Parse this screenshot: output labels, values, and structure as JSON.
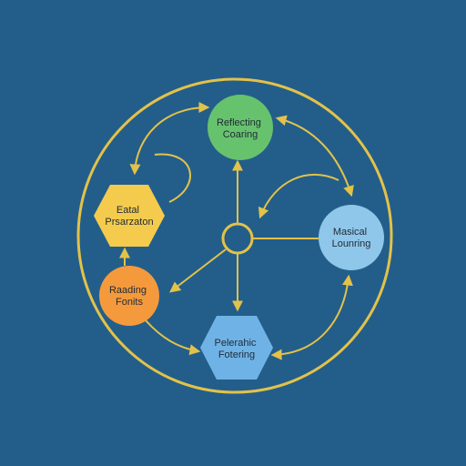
{
  "colors": {
    "background": "#235e8a",
    "ring": "#e3c24a",
    "arrow": "#e3c24a",
    "green": "#67c26d",
    "yellow": "#f4cb4c",
    "orange": "#f59a3c",
    "light_blue": "#8fc7ea",
    "blue": "#6fb3e6",
    "label": "#1f2a36"
  },
  "nodes": {
    "reflecting": {
      "shape": "circle",
      "color": "green",
      "line1": "Reflecting",
      "line2": "Coaring"
    },
    "initial": {
      "shape": "hexagon",
      "color": "yellow",
      "line1": "Eatal",
      "line2": "Prsarzaton"
    },
    "musical": {
      "shape": "circle",
      "color": "light_blue",
      "line1": "Masical",
      "line2": "Lounring"
    },
    "reading": {
      "shape": "circle",
      "color": "orange",
      "line1": "Raading",
      "line2": "Fonits"
    },
    "pelerable": {
      "shape": "hexagon",
      "color": "blue",
      "line1": "Pelerahic",
      "line2": "Fotering"
    },
    "hub": {
      "shape": "ring"
    }
  }
}
